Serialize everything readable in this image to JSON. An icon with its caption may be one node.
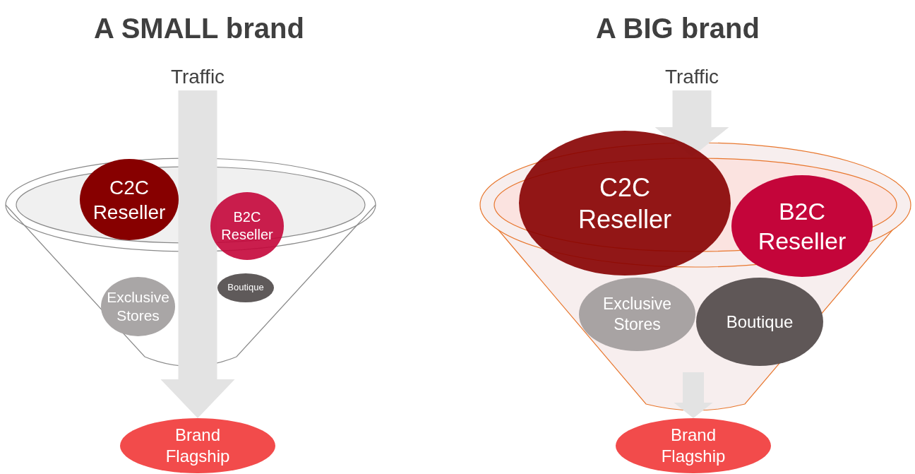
{
  "diagram": {
    "nodes": [
      {
        "text": [
          "Traffic"
        ]
      },
      {
        "text": [
          "C2C Reseller"
        ]
      },
      {
        "text": [
          "B2C Reseller"
        ]
      },
      {
        "text": [
          "Exclusive Stores"
        ]
      },
      {
        "text": [
          "Boutique"
        ]
      },
      {
        "text": [
          "Brand Flagship"
        ]
      },
      {
        "text": [
          "Traffic"
        ]
      },
      {
        "text": [
          "C2C Reseller"
        ]
      },
      {
        "text": [
          "B2C Reseller"
        ]
      },
      {
        "text": [
          "Exclusive Stores"
        ]
      },
      {
        "text": [
          "Boutique"
        ]
      },
      {
        "text": [
          "Brand Flagship"
        ]
      }
    ],
    "edges": [
      {
        "from": 0,
        "to": 5,
        "arrow": "to"
      },
      {
        "from": 6,
        "to": null,
        "arrow": "to"
      },
      {
        "from": null,
        "to": 11,
        "arrow": "to"
      }
    ],
    "labels": [
      "A SMALL brand",
      "A BIG brand"
    ]
  }
}
